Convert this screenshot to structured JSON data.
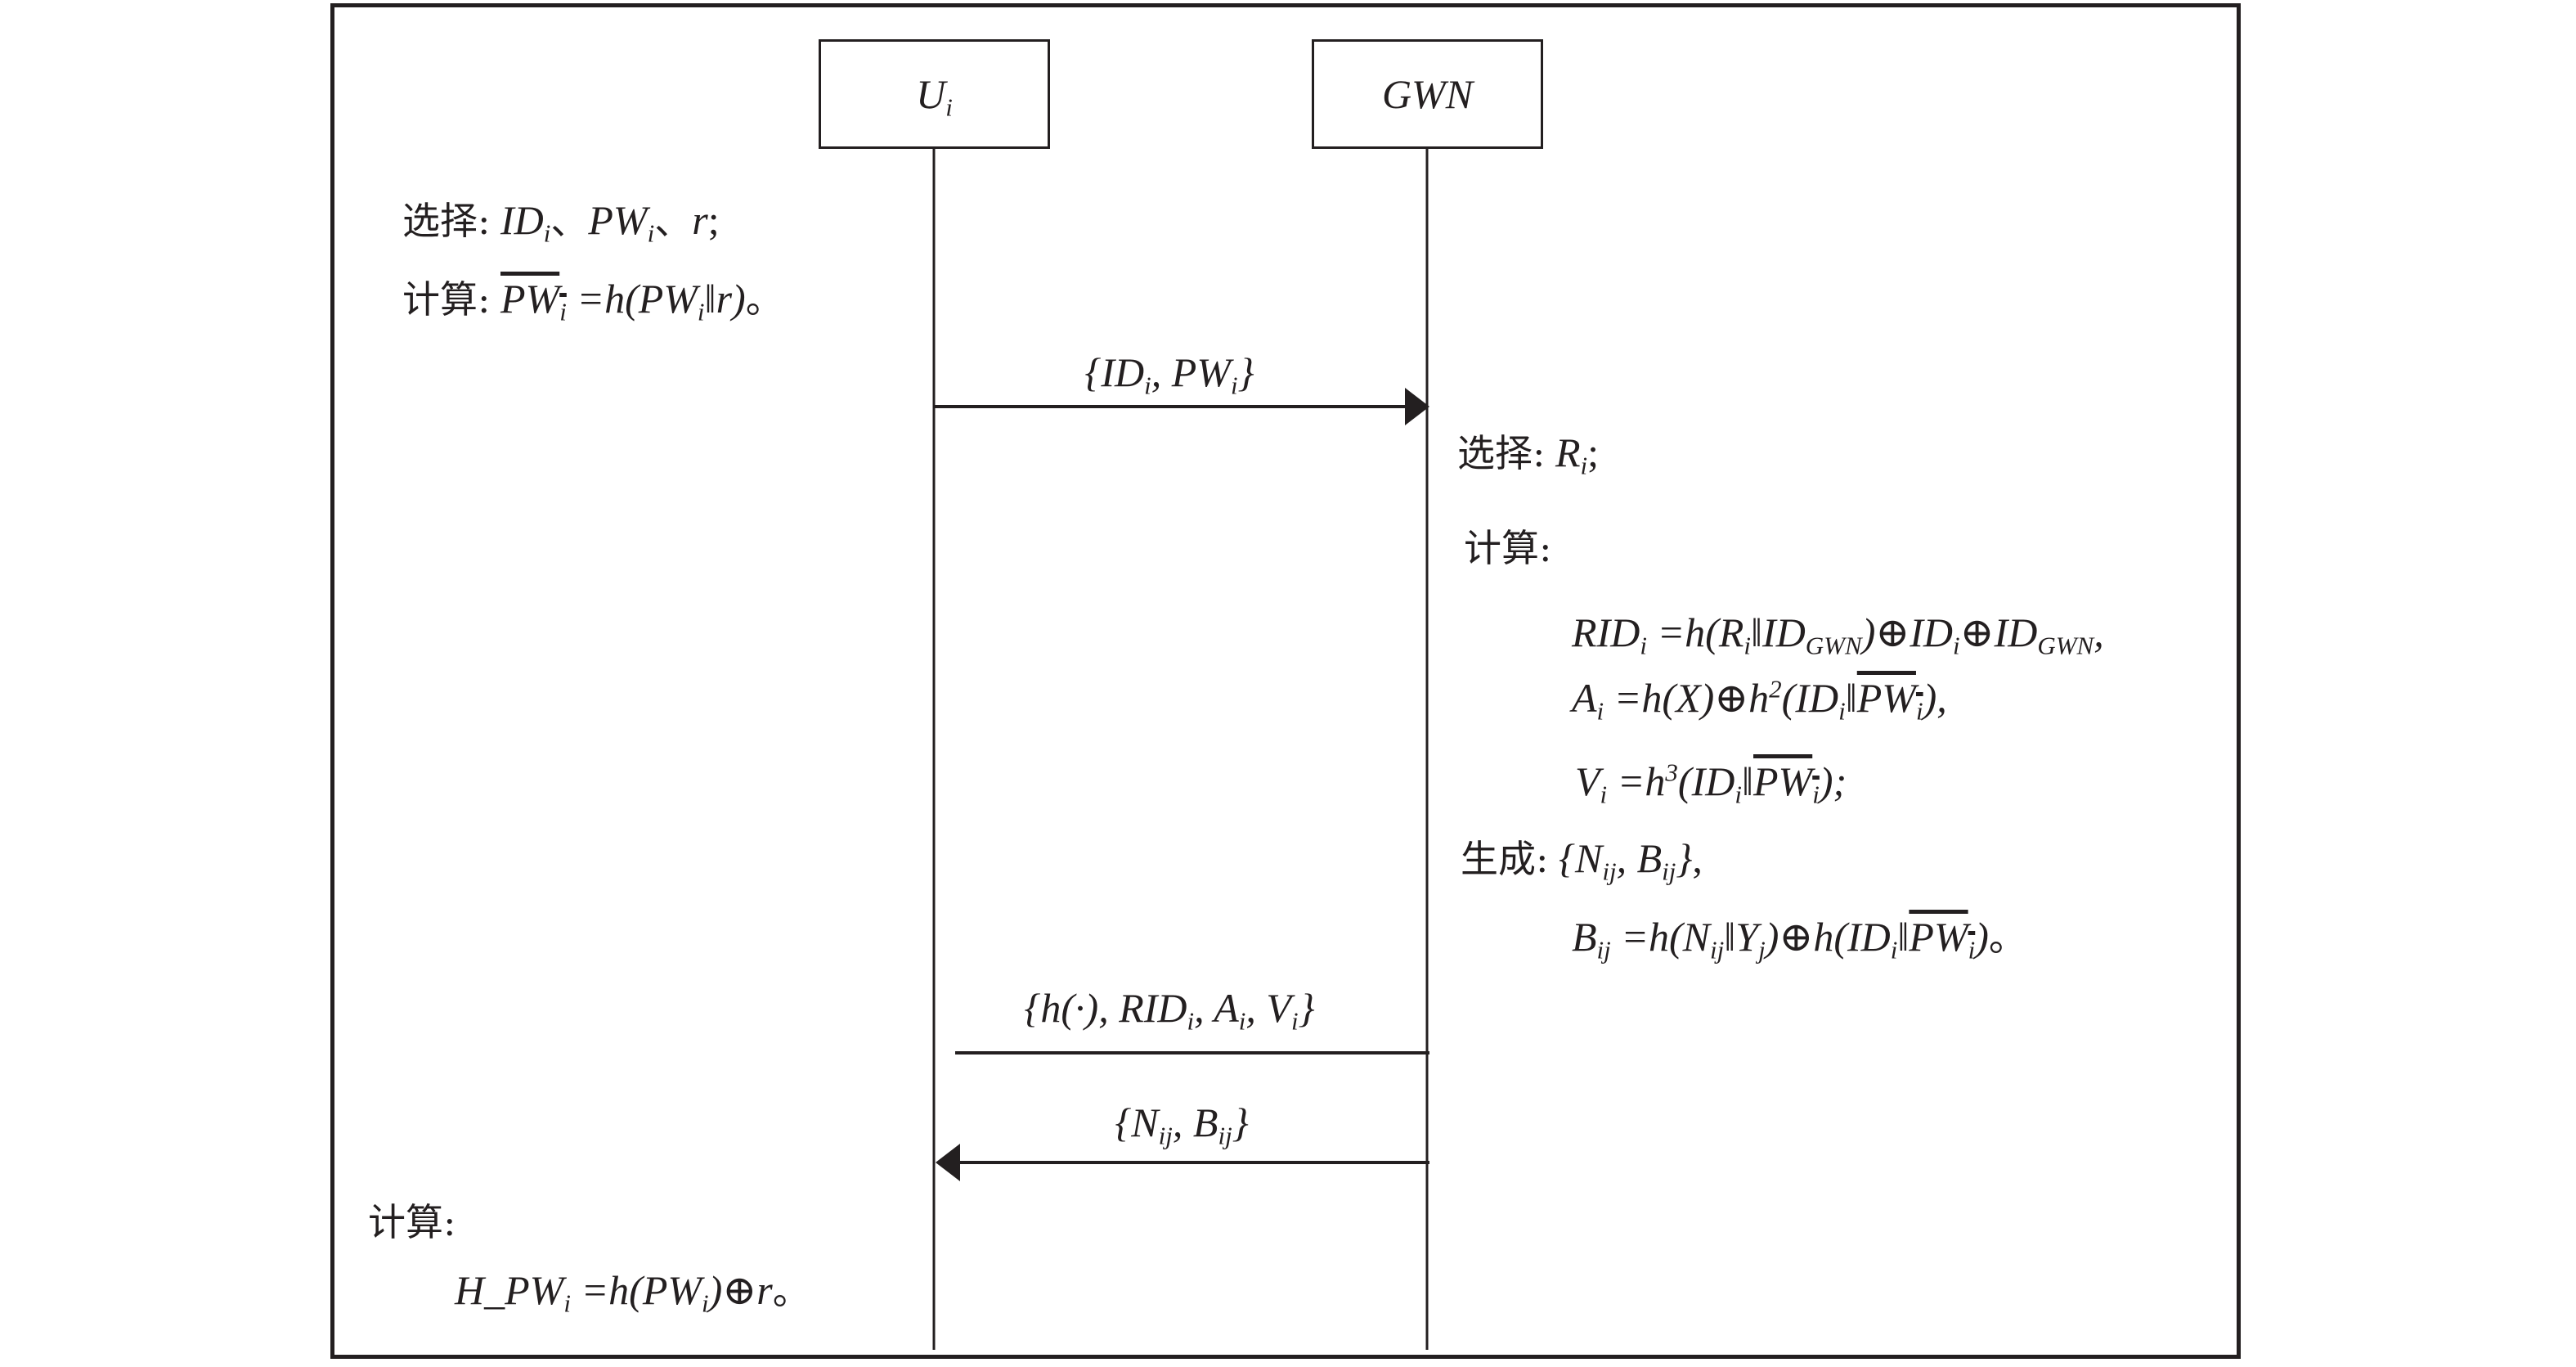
{
  "actors": {
    "user": {
      "label": "U",
      "sub": "i"
    },
    "gateway": {
      "label": "GWN"
    }
  },
  "user_steps": {
    "select_label": "选择:",
    "select_expr": "IDᵢ、PWᵢ、r;",
    "compute_label": "计算:",
    "compute_expr": "PWᵢ(overline) = h(PWᵢ ‖ r)。",
    "final_compute_label": "计算:",
    "final_compute_expr": "H_PWᵢ = h(PWᵢ) ⊕ r。"
  },
  "gateway_steps": {
    "select_label": "选择:",
    "select_expr": "Rᵢ;",
    "compute_label": "计算:",
    "rid_expr": "RIDᵢ = h(Rᵢ ‖ ID_GWN) ⊕ IDᵢ ⊕ ID_GWN,",
    "a_expr": "Aᵢ = h(X) ⊕ h²(IDᵢ ‖ PWᵢ(overline)),",
    "v_expr": "Vᵢ = h³(IDᵢ ‖ PWᵢ(overline));",
    "generate_label": "生成:",
    "generate_expr": "{Nᵢⱼ, Bᵢⱼ},",
    "b_expr": "Bᵢⱼ = h(Nᵢⱼ ‖ Yⱼ) ⊕ h(IDᵢ ‖ PWᵢ(overline))。"
  },
  "messages": [
    {
      "label": "{IDᵢ, PWᵢ}",
      "from": "user",
      "to": "gateway",
      "arrowhead": true
    },
    {
      "label": "{h(·), RIDᵢ, Aᵢ, Vᵢ}",
      "from": "gateway",
      "to": "user",
      "arrowhead": false
    },
    {
      "label": "{Nᵢⱼ, Bᵢⱼ}",
      "from": "gateway",
      "to": "user",
      "arrowhead": true
    }
  ],
  "text": {
    "select": "选择:",
    "compute": "计算:",
    "generate": "生成:"
  }
}
